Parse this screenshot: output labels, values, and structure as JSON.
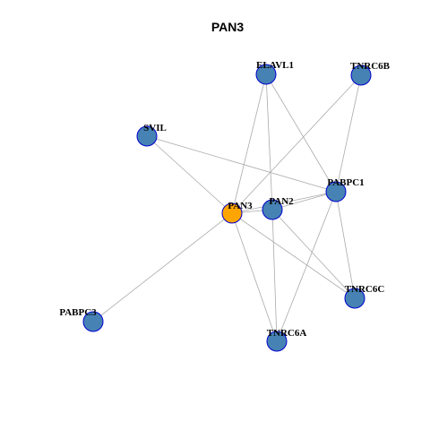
{
  "title": "PAN3",
  "colors": {
    "center_node": "#FFA500",
    "other_node": "#4682B4",
    "node_stroke": "#0000CD",
    "edge": "#AAAAAA",
    "label": "#000000"
  },
  "nodes": [
    {
      "id": "PAN3",
      "label": "PAN3",
      "role": "center"
    },
    {
      "id": "ELAVL1",
      "label": "ELAVL1",
      "role": "neighbor"
    },
    {
      "id": "TNRC6B",
      "label": "TNRC6B",
      "role": "neighbor"
    },
    {
      "id": "SVIL",
      "label": "SVIL",
      "role": "neighbor"
    },
    {
      "id": "PABPC1",
      "label": "PABPC1",
      "role": "neighbor"
    },
    {
      "id": "PAN2",
      "label": "PAN2",
      "role": "neighbor"
    },
    {
      "id": "TNRC6C",
      "label": "TNRC6C",
      "role": "neighbor"
    },
    {
      "id": "PABPC3",
      "label": "PABPC3",
      "role": "neighbor"
    },
    {
      "id": "TNRC6A",
      "label": "TNRC6A",
      "role": "neighbor"
    }
  ],
  "edges": [
    [
      "ELAVL1",
      "PAN3"
    ],
    [
      "ELAVL1",
      "PAN2"
    ],
    [
      "ELAVL1",
      "PABPC1"
    ],
    [
      "TNRC6B",
      "PAN3"
    ],
    [
      "TNRC6B",
      "PABPC1"
    ],
    [
      "SVIL",
      "PAN3"
    ],
    [
      "SVIL",
      "PABPC1"
    ],
    [
      "PAN3",
      "PAN2"
    ],
    [
      "PAN3",
      "PABPC1"
    ],
    [
      "PAN3",
      "TNRC6C"
    ],
    [
      "PAN3",
      "PABPC3"
    ],
    [
      "PAN3",
      "TNRC6A"
    ],
    [
      "PAN2",
      "PABPC1"
    ],
    [
      "PAN2",
      "TNRC6C"
    ],
    [
      "PAN2",
      "TNRC6A"
    ],
    [
      "PABPC1",
      "TNRC6C"
    ],
    [
      "PABPC1",
      "TNRC6A"
    ]
  ]
}
